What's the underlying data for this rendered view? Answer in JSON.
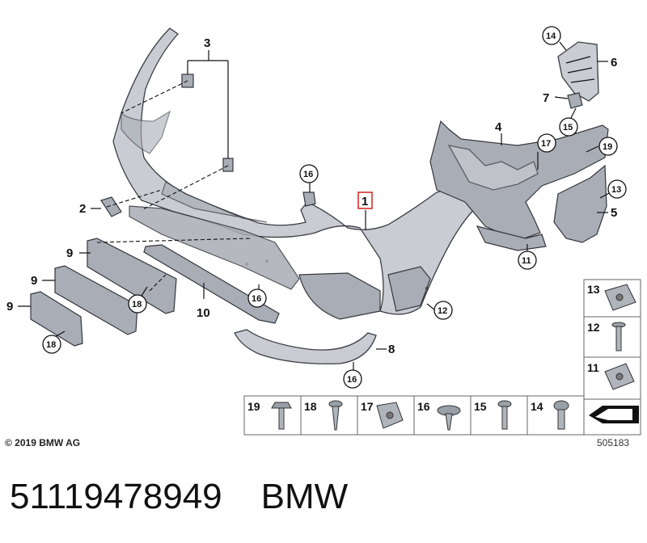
{
  "callouts": {
    "c1": "1",
    "c2": "2",
    "c3": "3",
    "c4": "4",
    "c5": "5",
    "c6": "6",
    "c7": "7",
    "c8": "8",
    "c9": "9",
    "c10": "10",
    "c11": "11",
    "c12": "12",
    "c13": "13",
    "c14": "14",
    "c16": "16",
    "c17": "17",
    "c18": "18",
    "c19": "19",
    "c15": "15"
  },
  "legend_bottom": [
    "19",
    "18",
    "17",
    "16",
    "15",
    "14"
  ],
  "legend_right": [
    "13",
    "12",
    "11"
  ],
  "copyright": "© 2019 BMW AG",
  "image_number": "505183",
  "footer": {
    "part_number": "51119478949",
    "brand": "BMW"
  }
}
